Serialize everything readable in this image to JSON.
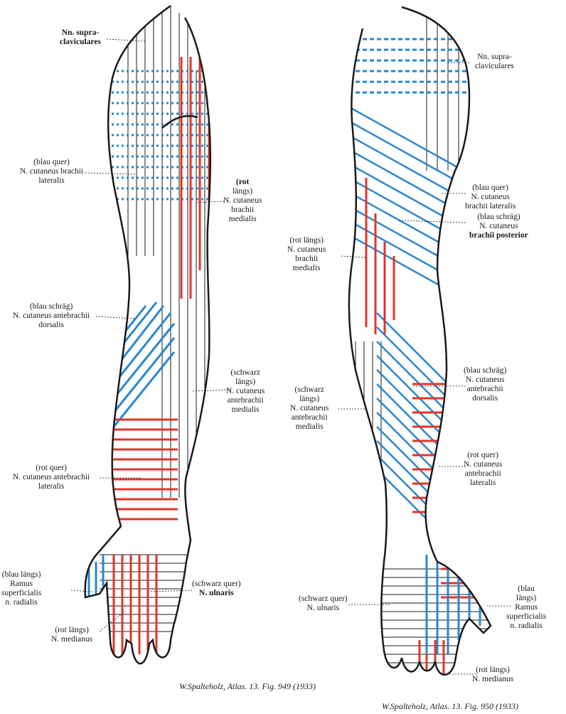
{
  "colors": {
    "red": "#e0352b",
    "blue": "#2a86cf",
    "black": "#1a1a1a",
    "paper": "#ffffff"
  },
  "left_figure": {
    "caption": "W.Spalteholz, Atlas. 13. Fig. 949 (1933)",
    "labels": {
      "supraclav": {
        "line1": "Nn. supra-",
        "line2": "claviculares"
      },
      "brachii_lat": {
        "line1": "(blau quer)",
        "line2": "N. cutaneus brachii",
        "line3": "lateralis"
      },
      "brachii_med": {
        "line1": "(rot",
        "line2": "längs)",
        "line3": "N. cutaneus",
        "line4": "brachii",
        "line5": "medialis"
      },
      "antebrachii_dors": {
        "line1": "(blau schräg)",
        "line2": "N. cutaneus antebrachii",
        "line3": "dorsalis"
      },
      "antebrachii_med": {
        "line1": "(schwarz",
        "line2": "längs)",
        "line3": "N. cutaneus",
        "line4": "antebrachii",
        "line5": "medialis"
      },
      "antebrachii_lat": {
        "line1": "(rot quer)",
        "line2": "N. cutaneus antebrachii",
        "line3": "lateralis"
      },
      "ramus_sup": {
        "line1": "(blau längs)",
        "line2": "Ramus",
        "line3": "superficialis",
        "line4": "n. radialis"
      },
      "ulnaris": {
        "line1": "(schwarz quer)",
        "line2": "N. ulnaris"
      },
      "medianus": {
        "line1": "(rot längs)",
        "line2": "N. medianus"
      }
    }
  },
  "right_figure": {
    "caption": "W.Spalteholz, Atlas. 13. Fig. 950 (1933)",
    "labels": {
      "supraclav": {
        "line1": "Nn. supra-",
        "line2": "claviculares"
      },
      "brachii_lat": {
        "line1": "(blau quer)",
        "line2": "N. cutaneus",
        "line3": "brachii lateralis"
      },
      "brachii_post": {
        "line1": "(blau schräg)",
        "line2": "N. cutaneus",
        "line3": "brachii posterior"
      },
      "brachii_med": {
        "line1": "(rot längs)",
        "line2": "N. cutaneus",
        "line3": "brachii",
        "line4": "medialis"
      },
      "antebrachii_dors": {
        "line1": "(blau schräg)",
        "line2": "N. cutaneus",
        "line3": "antebrachii",
        "line4": "dorsalis"
      },
      "antebrachii_med": {
        "line1": "(schwarz",
        "line2": "längs)",
        "line3": "N. cutaneus",
        "line4": "antebrachii",
        "line5": "medialis"
      },
      "antebrachii_lat": {
        "line1": "(rot quer)",
        "line2": "N. cutaneus",
        "line3": "antebrachii",
        "line4": "lateralis"
      },
      "ulnaris": {
        "line1": "(schwarz quer)",
        "line2": "N. ulnaris"
      },
      "ramus_sup": {
        "line1": "(blau",
        "line2": "längs)",
        "line3": "Ramus",
        "line4": "superficialis",
        "line5": "n. radialis"
      },
      "medianus": {
        "line1": "(rot längs)",
        "line2": "N. medianus"
      }
    }
  }
}
